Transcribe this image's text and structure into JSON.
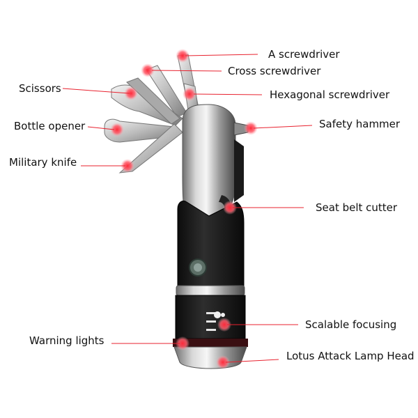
{
  "callouts": {
    "a_screwdriver": "A screwdriver",
    "cross_screwdriver": "Cross screwdriver",
    "scissors": "Scissors",
    "hexagonal_screwdriver": "Hexagonal screwdriver",
    "bottle_opener": "Bottle opener",
    "safety_hammer": "Safety hammer",
    "military_knife": "Military knife",
    "seat_belt_cutter": "Seat belt cutter",
    "scalable_focusing": "Scalable focusing",
    "warning_lights": "Warning lights",
    "lotus_attack_lamp_head": "Lotus Attack Lamp Head"
  },
  "colors": {
    "marker": "#e8212e",
    "leader_line": "#e8212e",
    "body_steel": "#c8c8c8",
    "rubber": "#1b1b1b"
  }
}
